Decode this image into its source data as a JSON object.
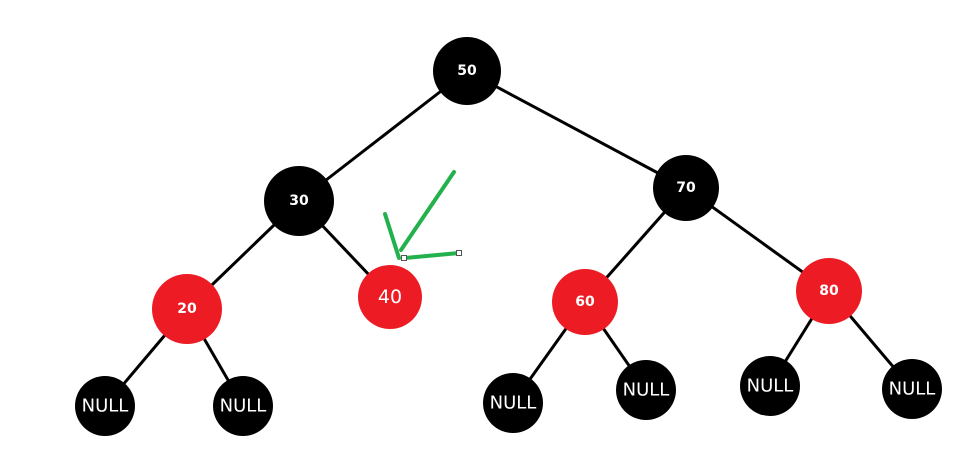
{
  "colors": {
    "black": "#000000",
    "red": "#ed1c24",
    "arrow": "#22b14c",
    "text": "#ffffff"
  },
  "nodes": [
    {
      "id": "n50",
      "label": "50",
      "color": "black"
    },
    {
      "id": "n30",
      "label": "30",
      "color": "black"
    },
    {
      "id": "n70",
      "label": "70",
      "color": "black"
    },
    {
      "id": "n20",
      "label": "20",
      "color": "red"
    },
    {
      "id": "n40",
      "label": "40",
      "color": "red"
    },
    {
      "id": "n60",
      "label": "60",
      "color": "red"
    },
    {
      "id": "n80",
      "label": "80",
      "color": "red"
    },
    {
      "id": "null1",
      "label": "NULL",
      "color": "black"
    },
    {
      "id": "null2",
      "label": "NULL",
      "color": "black"
    },
    {
      "id": "null3",
      "label": "NULL",
      "color": "black"
    },
    {
      "id": "null4",
      "label": "NULL",
      "color": "black"
    },
    {
      "id": "null5",
      "label": "NULL",
      "color": "black"
    },
    {
      "id": "null6",
      "label": "NULL",
      "color": "black"
    }
  ],
  "edges": [
    [
      "n50",
      "n30"
    ],
    [
      "n50",
      "n70"
    ],
    [
      "n30",
      "n20"
    ],
    [
      "n30",
      "n40"
    ],
    [
      "n70",
      "n60"
    ],
    [
      "n70",
      "n80"
    ],
    [
      "n20",
      "null1"
    ],
    [
      "n20",
      "null2"
    ],
    [
      "n60",
      "null3"
    ],
    [
      "n60",
      "null4"
    ],
    [
      "n80",
      "null5"
    ],
    [
      "n80",
      "null6"
    ]
  ],
  "annotation": {
    "type": "checkmark-arrow",
    "points_to": "n40"
  }
}
